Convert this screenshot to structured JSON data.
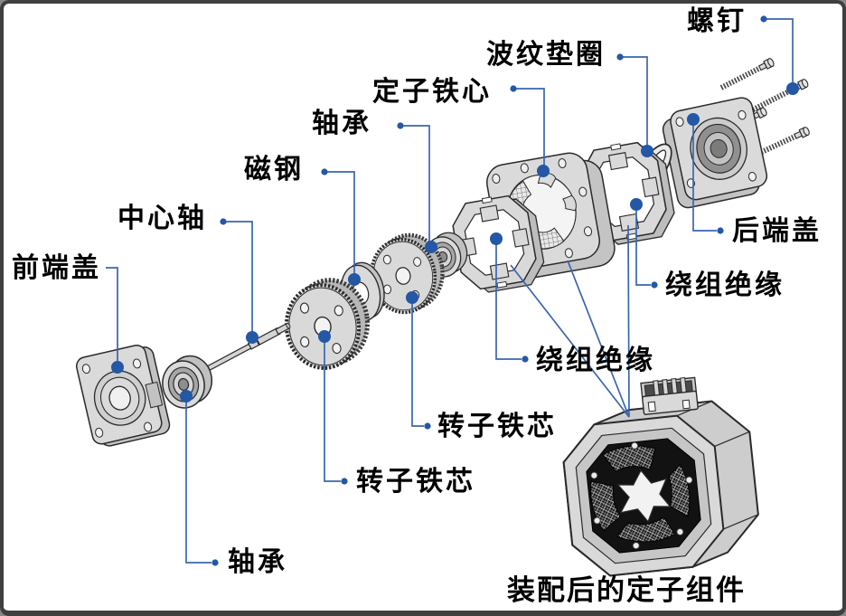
{
  "diagram": {
    "type": "exploded-view-technical-diagram",
    "subject": "stepper-motor",
    "caption": "装配后的定子组件",
    "labels": [
      {
        "id": "front-end-cover",
        "text": "前端盖"
      },
      {
        "id": "center-shaft",
        "text": "中心轴"
      },
      {
        "id": "magnet-steel",
        "text": "磁钢"
      },
      {
        "id": "bearing-top",
        "text": "轴承"
      },
      {
        "id": "stator-core",
        "text": "定子铁心"
      },
      {
        "id": "wave-washer",
        "text": "波纹垫圈"
      },
      {
        "id": "screws",
        "text": "螺钉"
      },
      {
        "id": "rear-end-cover",
        "text": "后端盖"
      },
      {
        "id": "winding-insulation-right",
        "text": "绕组绝缘"
      },
      {
        "id": "winding-insulation-mid",
        "text": "绕组绝缘"
      },
      {
        "id": "rotor-core-upper",
        "text": "转子铁芯"
      },
      {
        "id": "rotor-core-lower",
        "text": "转子铁芯"
      },
      {
        "id": "bearing-bottom",
        "text": "轴承"
      }
    ],
    "colors": {
      "background": "#ffffff",
      "frame_border": "#3f3f3f",
      "leader_line": "#3a66ae",
      "leader_dot": "#2457a6",
      "part_fill": "#d9d9d9",
      "part_outline": "#2a2a2a",
      "coil_dark": "#181818",
      "label_text": "#000000"
    }
  }
}
